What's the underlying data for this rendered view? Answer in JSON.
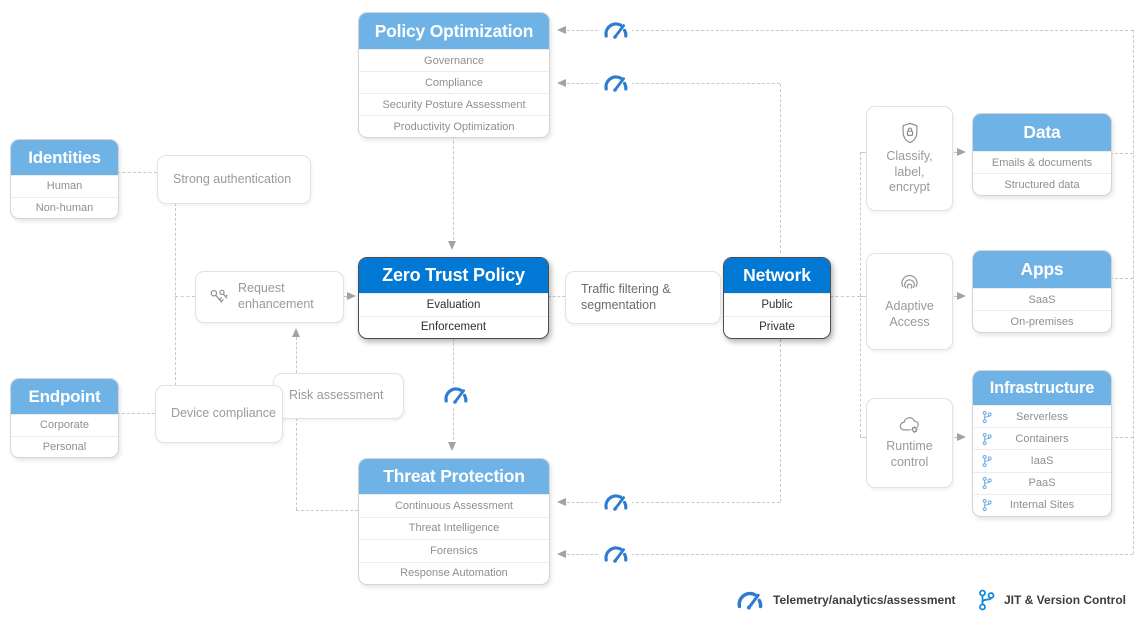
{
  "colors": {
    "light_blue": "#6FB2E6",
    "strong_blue": "#0078D4",
    "telemetry_blue": "#2E7CCF",
    "jit_blue": "#1287E0",
    "row_icon_blue": "#79B3E6",
    "line_gray": "#c9c9c9",
    "arrow_gray": "#a3a3a3"
  },
  "boxes": {
    "policy_optimization": {
      "title": "Policy Optimization",
      "items": [
        "Governance",
        "Compliance",
        "Security Posture Assessment",
        "Productivity Optimization"
      ]
    },
    "identities": {
      "title": "Identities",
      "items": [
        "Human",
        "Non-human"
      ]
    },
    "endpoint": {
      "title": "Endpoint",
      "items": [
        "Corporate",
        "Personal"
      ]
    },
    "zero_trust_policy": {
      "title": "Zero Trust Policy",
      "items": [
        "Evaluation",
        "Enforcement"
      ]
    },
    "network": {
      "title": "Network",
      "items": [
        "Public",
        "Private"
      ]
    },
    "threat_protection": {
      "title": "Threat Protection",
      "items": [
        "Continuous Assessment",
        "Threat Intelligence",
        "Forensics",
        "Response Automation"
      ]
    },
    "data": {
      "title": "Data",
      "items": [
        "Emails & documents",
        "Structured data"
      ]
    },
    "apps": {
      "title": "Apps",
      "items": [
        "SaaS",
        "On-premises"
      ]
    },
    "infrastructure": {
      "title": "Infrastructure",
      "items": [
        "Serverless",
        "Containers",
        "IaaS",
        "PaaS",
        "Internal Sites"
      ]
    }
  },
  "notes": {
    "strong_authentication": "Strong authentication",
    "request_enhancement": "Request enhancement",
    "risk_assessment": "Risk assessment",
    "device_compliance": "Device compliance",
    "traffic_filtering": "Traffic filtering & segmentation",
    "classify": "Classify, label, encrypt",
    "adaptive_access": "Adaptive Access",
    "runtime_control": "Runtime control"
  },
  "legend": {
    "telemetry_label": "Telemetry/analytics/assessment",
    "jit_label": "JIT & Version Control"
  }
}
